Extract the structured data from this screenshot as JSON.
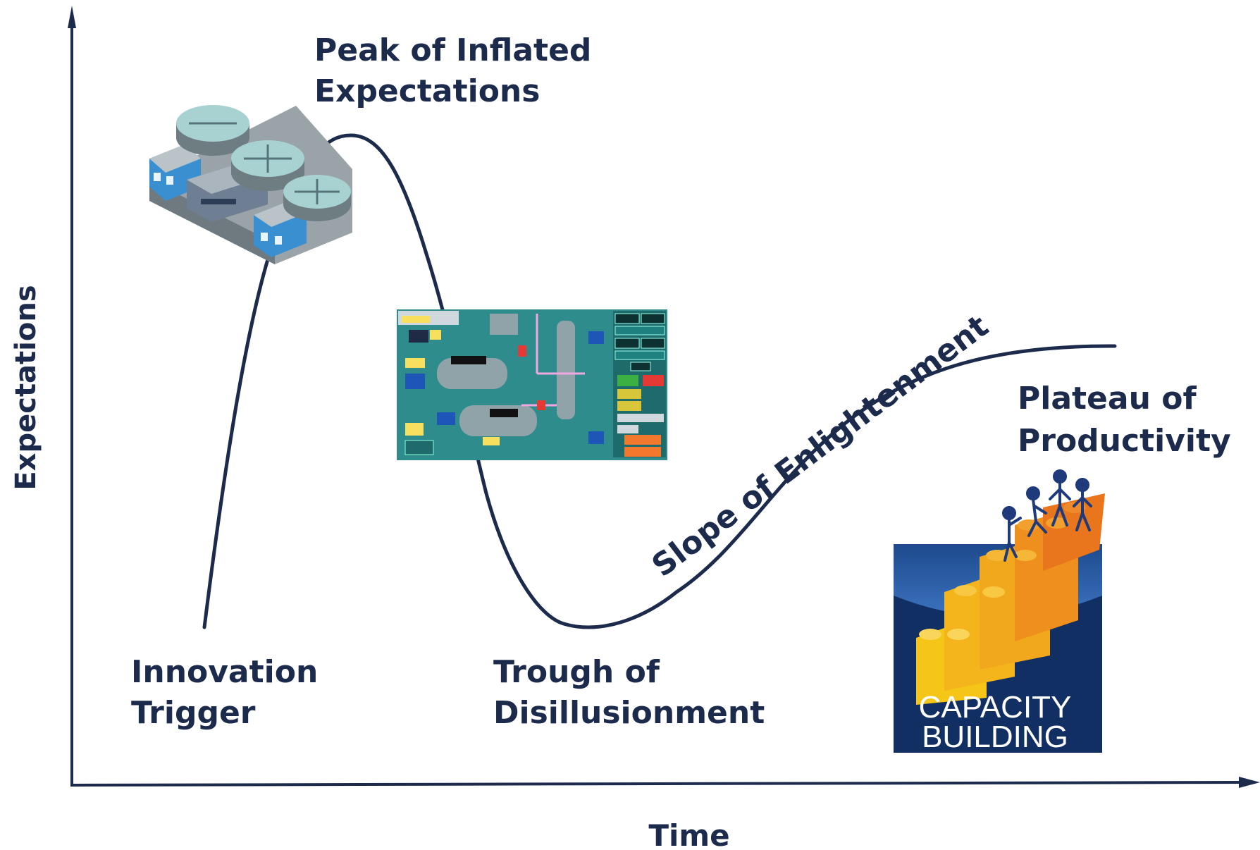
{
  "axes": {
    "y_label": "Expectations",
    "x_label": "Time"
  },
  "phases": {
    "innovation_trigger": [
      "Innovation",
      "Trigger"
    ],
    "peak": [
      "Peak of Inflated",
      "Expectations"
    ],
    "trough": [
      "Trough of",
      "Disillusionment"
    ],
    "slope": "Slope of Enlightenment",
    "plateau": [
      "Plateau of",
      "Productivity"
    ]
  },
  "badge": {
    "line1": "CAPACITY",
    "line2": "BUILDING"
  },
  "colors": {
    "curve": "#1c2a4c",
    "text": "#1c2a4c",
    "scada_bg": "#2e8c8c",
    "badge_bg": "#1a3f7c",
    "bricks": "#f2a81d"
  },
  "icons": [
    "water-treatment-plant-icon",
    "scada-panel-icon",
    "capacity-building-logo-icon"
  ]
}
